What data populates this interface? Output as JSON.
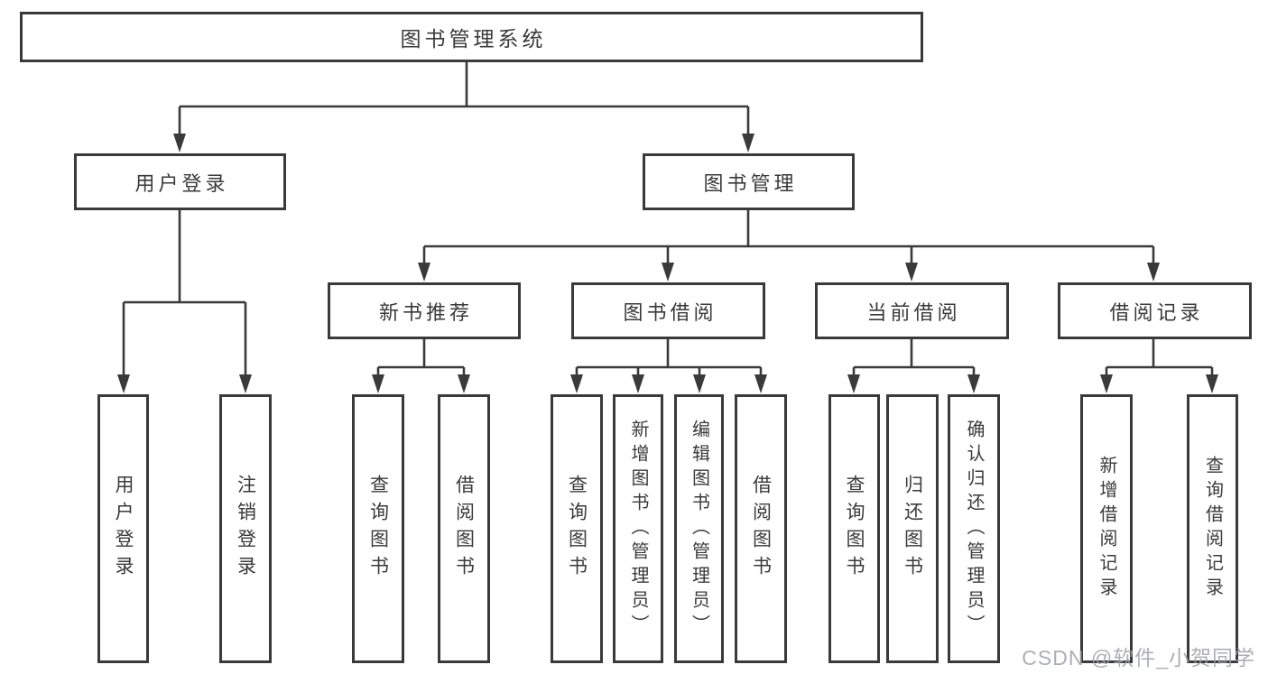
{
  "tree": {
    "root": {
      "label": "图书管理系统"
    },
    "branches": [
      {
        "label": "用户登录",
        "children": [
          {
            "label": "用户登录"
          },
          {
            "label": "注销登录"
          }
        ]
      },
      {
        "label": "图书管理",
        "sections": [
          {
            "label": "新书推荐",
            "children": [
              {
                "label": "查询图书"
              },
              {
                "label": "借阅图书"
              }
            ]
          },
          {
            "label": "图书借阅",
            "children": [
              {
                "label": "查询图书"
              },
              {
                "label": "新增图书（管理员）"
              },
              {
                "label": "编辑图书（管理员）"
              },
              {
                "label": "借阅图书"
              }
            ]
          },
          {
            "label": "当前借阅",
            "children": [
              {
                "label": "查询图书"
              },
              {
                "label": "归还图书"
              },
              {
                "label": "确认归还（管理员）"
              }
            ]
          },
          {
            "label": "借阅记录",
            "children": [
              {
                "label": "新增借阅记录"
              },
              {
                "label": "查询借阅记录"
              }
            ]
          }
        ]
      }
    ]
  },
  "watermark": {
    "text": "CSDN @软件_小贺同学"
  },
  "colors": {
    "line": "#3a3a3a",
    "watermark": "#9ea1a6",
    "background": "#ffffff"
  }
}
